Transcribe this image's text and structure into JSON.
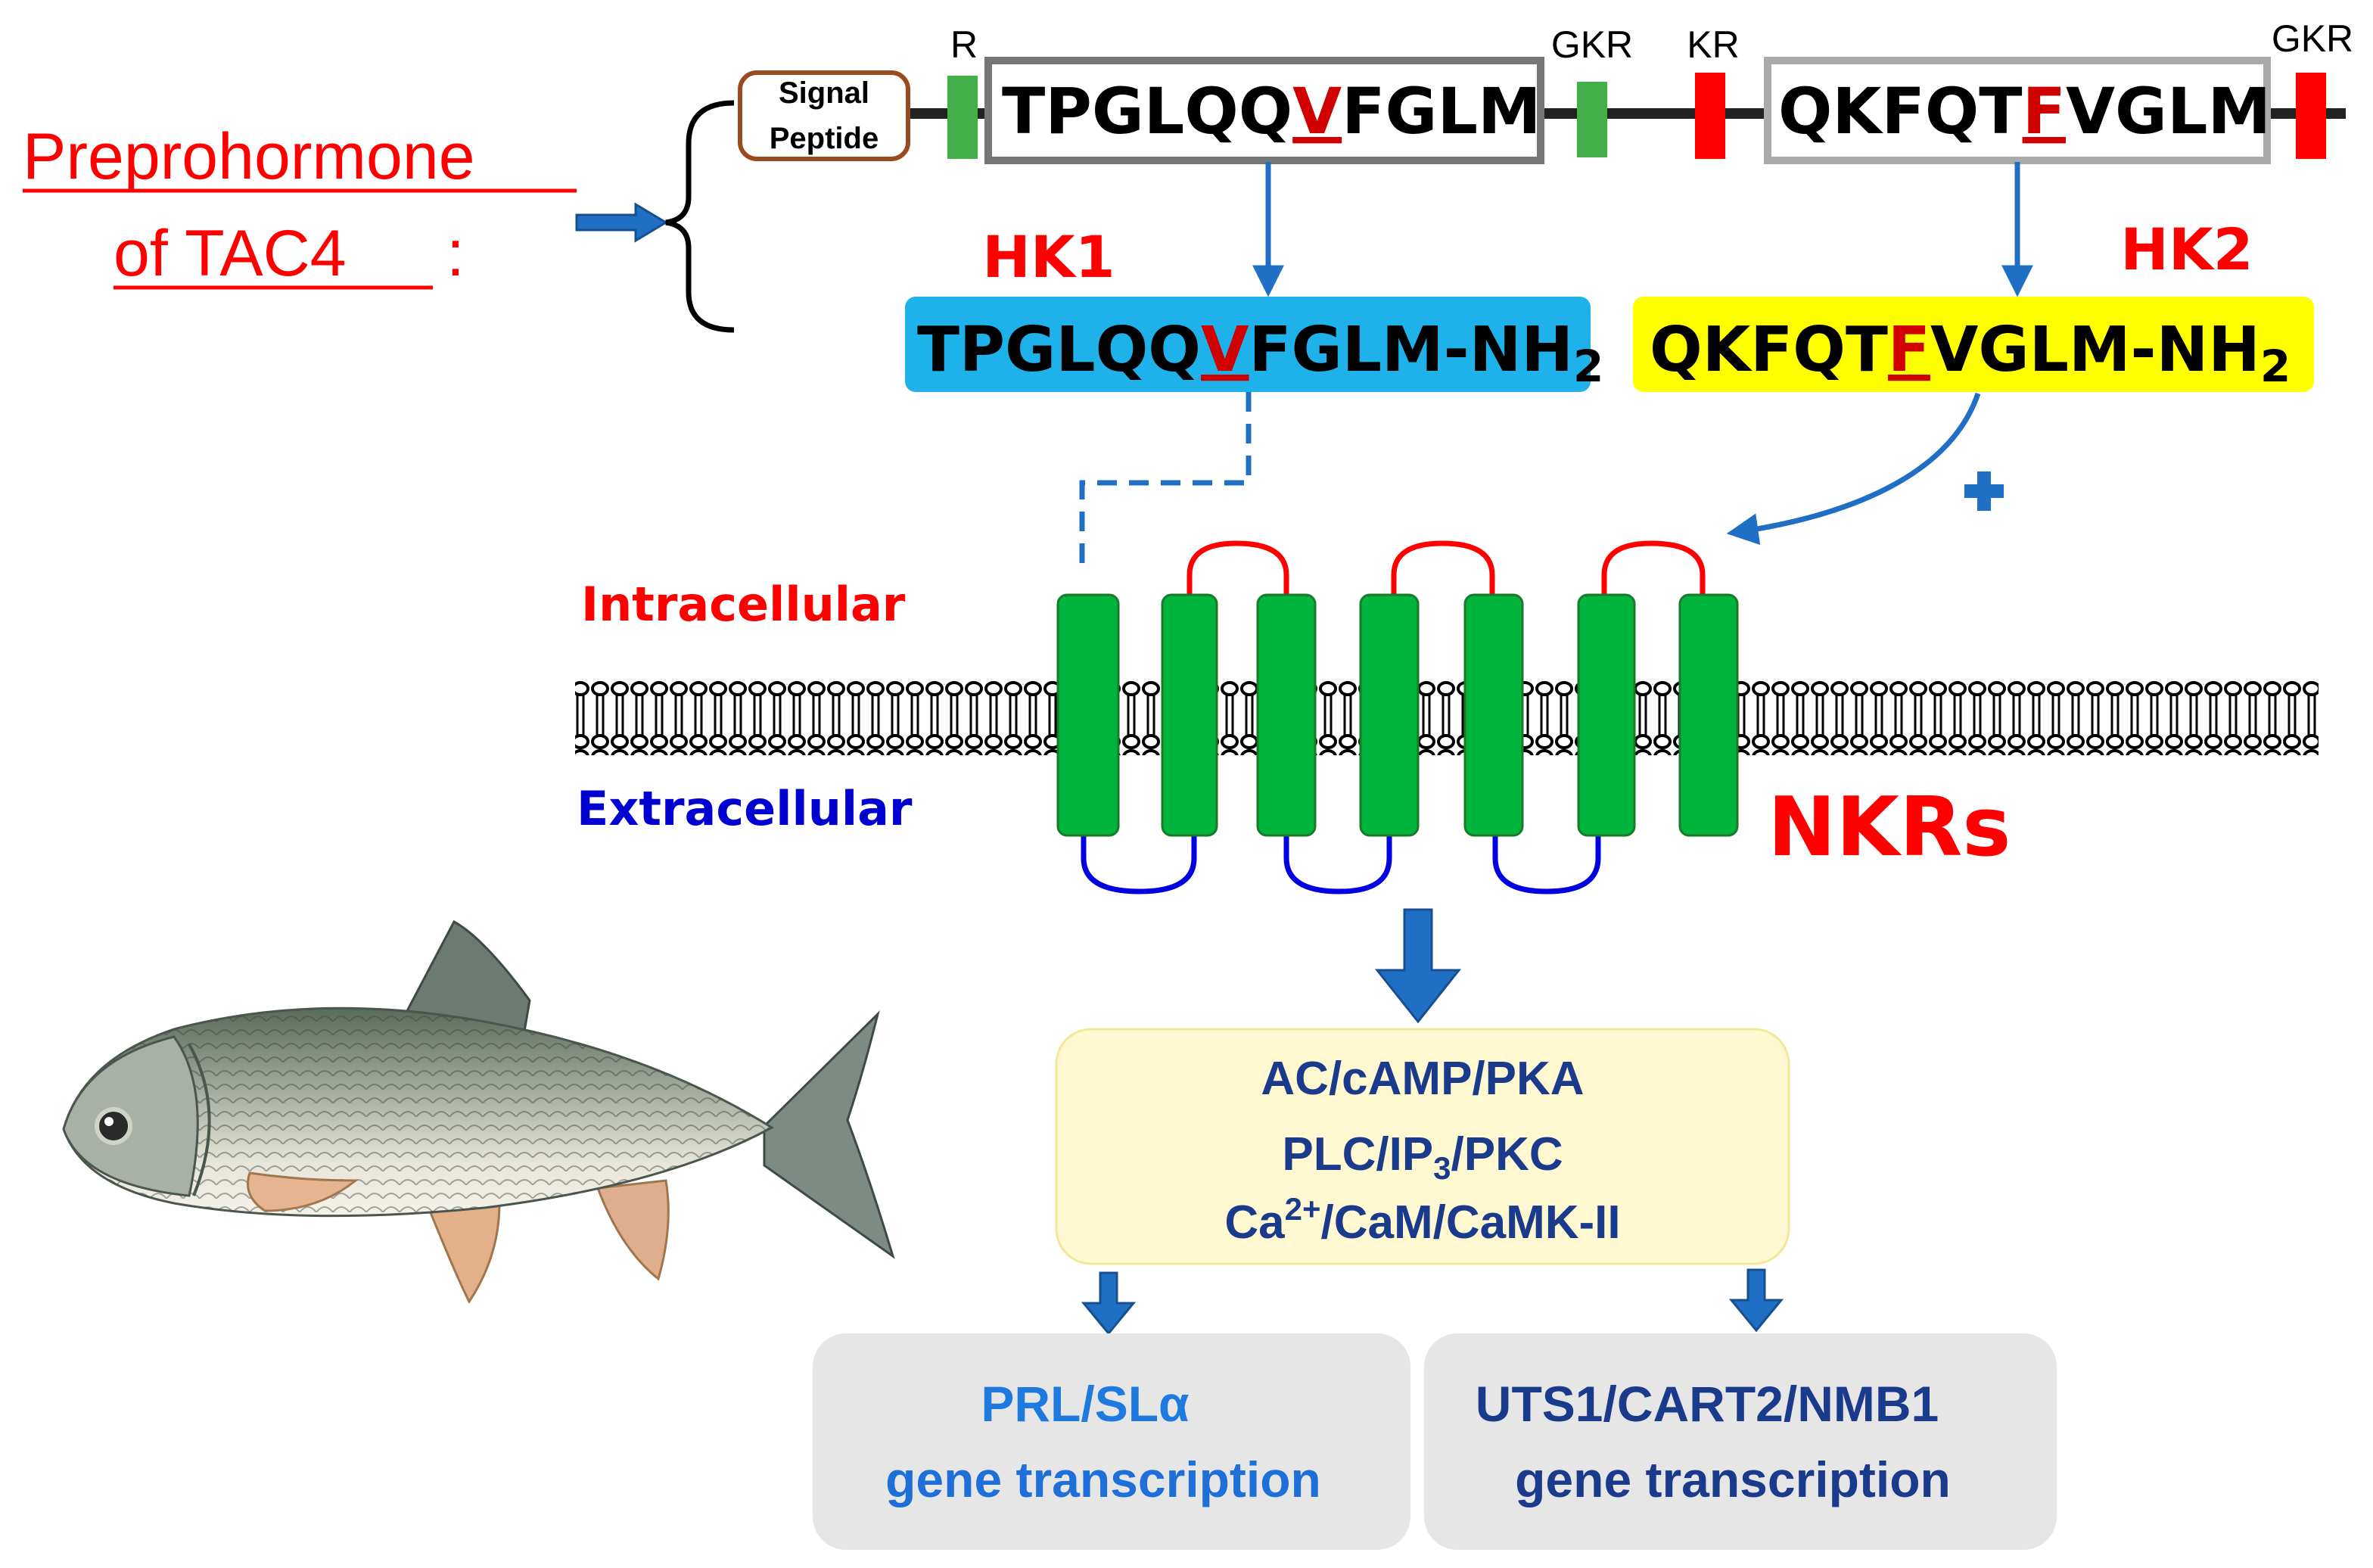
{
  "title": {
    "line1": "Preprohormone",
    "line2": "of TAC4",
    "colon": ":"
  },
  "precursor": {
    "signal_peptide": [
      "Signal",
      "Peptide"
    ],
    "cleavage_sites": [
      "R",
      "GKR",
      "KR",
      "GKR"
    ],
    "peptide1": {
      "before": "TPGLQQ",
      "highlight": "V",
      "after": "FGLM"
    },
    "peptide2": {
      "before": "QKFQT",
      "highlight": "F",
      "after": "VGLM"
    }
  },
  "hk1": {
    "name": "HK1",
    "before": "TPGLQQ",
    "highlight": "V",
    "after": "FGLM-NH",
    "subscript": "2",
    "color": "#1fb2ea"
  },
  "hk2": {
    "name": "HK2",
    "before": "QKFQT",
    "highlight": "F",
    "after": "VGLM-NH",
    "subscript": "2",
    "color": "#ffff00"
  },
  "membrane": {
    "intracellular": "Intracellular",
    "extracellular": "Extracellular",
    "receptor": "NKRs"
  },
  "signaling": {
    "line1": "AC/cAMP/PKA",
    "line2_a": "PLC/IP",
    "line2_sub": "3",
    "line2_b": "/PKC",
    "line3_a": "Ca",
    "line3_sup": "2+",
    "line3_b": "/CaM/CaMK-II"
  },
  "outputs": {
    "left_line1": "PRL/SLα",
    "left_line2": "gene transcription",
    "right_line1": "UTS1/CART2/NMB1",
    "right_line2": "gene transcription"
  },
  "colors": {
    "red": "#ff0000",
    "blue_arrow": "#1f6fc4",
    "receptor_green": "#00b43c",
    "loop_red": "#ff0000",
    "loop_blue": "#0000e0",
    "signal_box": "#fff8d0",
    "signal_text": "#1a3a8c",
    "output_box": "#e6e6e6"
  }
}
